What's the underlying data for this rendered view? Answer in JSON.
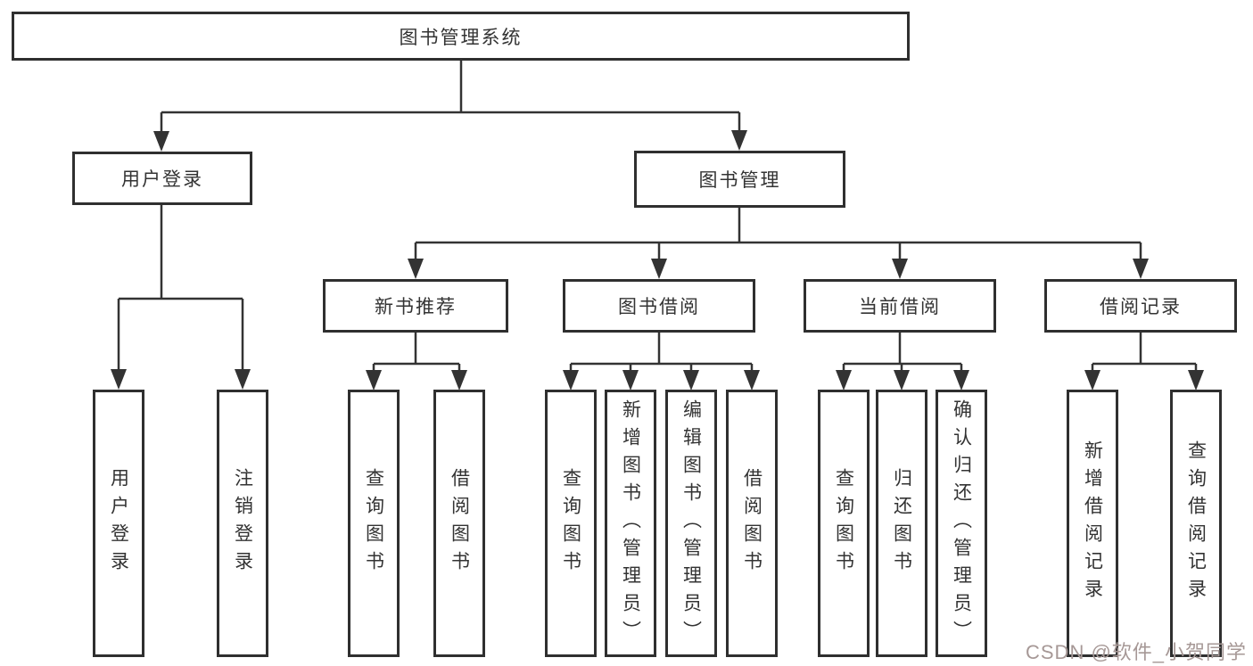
{
  "diagram": {
    "title": "图书管理系统",
    "colors": {
      "line": "#333333",
      "box_border": "#2f2f2f",
      "box_background": "#ffffff",
      "text": "#333333",
      "watermark_text": "#a69896"
    },
    "nodes": {
      "root": {
        "label": "图书管理系统"
      },
      "user_login": {
        "label": "用户登录",
        "children": [
          {
            "label": "用户登录"
          },
          {
            "label": "注销登录"
          }
        ]
      },
      "book_mgmt": {
        "label": "图书管理",
        "children": {
          "new_book_rec": {
            "label": "新书推荐",
            "children": [
              {
                "label": "查询图书"
              },
              {
                "label": "借阅图书"
              }
            ]
          },
          "book_borrow": {
            "label": "图书借阅",
            "children": [
              {
                "label": "查询图书"
              },
              {
                "label": "新增图书（管理员）"
              },
              {
                "label": "编辑图书（管理员）"
              },
              {
                "label": "借阅图书"
              }
            ]
          },
          "current_borrow": {
            "label": "当前借阅",
            "children": [
              {
                "label": "查询图书"
              },
              {
                "label": "归还图书"
              },
              {
                "label": "确认归还（管理员）"
              }
            ]
          },
          "borrow_records": {
            "label": "借阅记录",
            "children": [
              {
                "label": "新增借阅记录"
              },
              {
                "label": "查询借阅记录"
              }
            ]
          }
        }
      }
    },
    "watermark": {
      "text": "CSDN @软件_小贺同学"
    }
  }
}
